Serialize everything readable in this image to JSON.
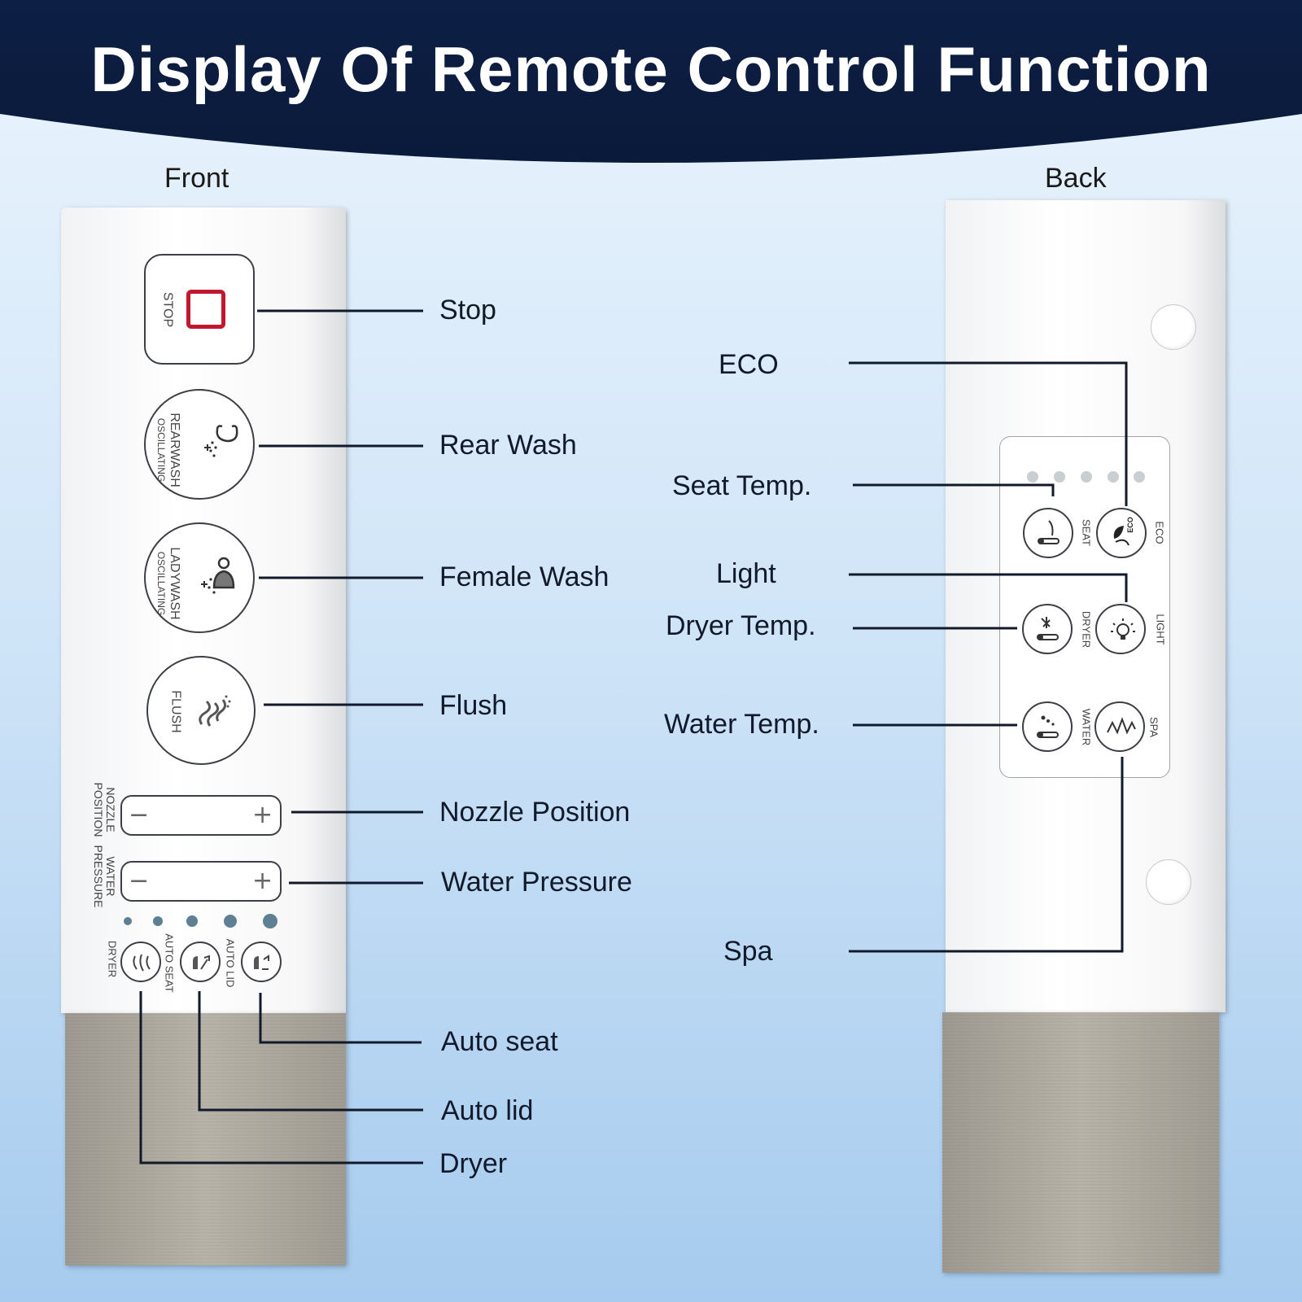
{
  "title": "Display Of Remote Control Function",
  "front_label": "Front",
  "back_label": "Back",
  "front": {
    "buttons": {
      "stop": "STOP",
      "rear_wash": [
        "REARWASH",
        "OSCILLATING"
      ],
      "lady_wash": [
        "LADYWASH",
        "OSCILLATING"
      ],
      "flush": "FLUSH",
      "nozzle": [
        "NOZZLE",
        "POSITION"
      ],
      "water_pressure": [
        "WATER",
        "PRESSURE"
      ],
      "dryer": "DRYER",
      "auto_seat": "AUTO SEAT",
      "auto_lid": "AUTO LID",
      "minus": "−",
      "plus": "+"
    },
    "callouts": {
      "stop": "Stop",
      "rear_wash": "Rear Wash",
      "female_wash": "Female Wash",
      "flush": "Flush",
      "nozzle_position": "Nozzle Position",
      "water_pressure": "Water Pressure",
      "auto_seat": "Auto seat",
      "auto_lid": "Auto lid",
      "dryer": "Dryer"
    }
  },
  "back": {
    "buttons": {
      "seat": "SEAT",
      "eco": "ECO",
      "eco_icon_text": "ECO",
      "dryer": "DRYER",
      "light": "LIGHT",
      "water": "WATER",
      "spa": "SPA"
    },
    "callouts": {
      "eco": "ECO",
      "seat_temp": "Seat Temp.",
      "light": "Light",
      "dryer_temp": "Dryer Temp.",
      "water_temp": "Water Temp.",
      "spa": "Spa"
    }
  },
  "colors": {
    "banner": "#0f2247",
    "stop_square": "#c0182e",
    "line": "#111a2a"
  }
}
